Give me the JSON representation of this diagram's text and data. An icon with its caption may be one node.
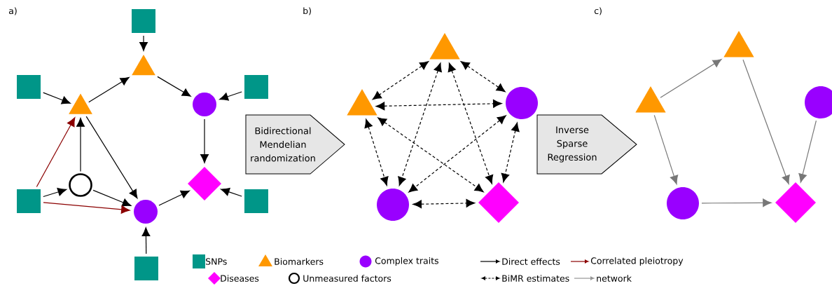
{
  "diagram": {
    "nodes": [
      {
        "text": [],
        "shape": "box"
      },
      {
        "text": [],
        "shape": "triangle"
      },
      {
        "text": [],
        "shape": "box"
      },
      {
        "text": [],
        "shape": "triangle"
      },
      {
        "text": [],
        "shape": "circle"
      },
      {
        "text": [],
        "shape": "box"
      },
      {
        "text": [],
        "shape": "circle"
      },
      {
        "text": [],
        "shape": "diamond"
      },
      {
        "text": [],
        "shape": "box"
      },
      {
        "text": [],
        "shape": "box"
      },
      {
        "text": [],
        "shape": "circle"
      },
      {
        "text": [],
        "shape": "box"
      },
      {
        "text": [
          "Bidirectional Mendelian randomization"
        ]
      },
      {
        "text": [],
        "shape": "triangle"
      },
      {
        "text": [],
        "shape": "triangle"
      },
      {
        "text": [],
        "shape": "circle"
      },
      {
        "text": [],
        "shape": "circle"
      },
      {
        "text": [],
        "shape": "diamond"
      },
      {
        "text": [
          "Inverse Sparse Regression"
        ]
      },
      {
        "text": [],
        "shape": "triangle"
      },
      {
        "text": [],
        "shape": "triangle"
      },
      {
        "text": [],
        "shape": "circle"
      },
      {
        "text": [],
        "shape": "circle"
      },
      {
        "text": [],
        "shape": "diamond"
      }
    ],
    "edges": [
      {
        "from": 0,
        "to": 1,
        "arrow": "to"
      },
      {
        "from": 2,
        "to": 3,
        "arrow": "to"
      },
      {
        "from": 3,
        "to": 1,
        "arrow": "to"
      },
      {
        "from": 1,
        "to": 4,
        "arrow": "to"
      },
      {
        "from": 5,
        "to": 4,
        "arrow": "to"
      },
      {
        "from": 4,
        "to": 7,
        "arrow": "to"
      },
      {
        "from": 3,
        "to": 10,
        "arrow": "to"
      },
      {
        "from": 6,
        "to": 3,
        "arrow": "to"
      },
      {
        "from": 8,
        "to": 6,
        "arrow": "to"
      },
      {
        "from": 6,
        "to": 10,
        "arrow": "to"
      },
      {
        "from": 11,
        "to": 10,
        "arrow": "to"
      },
      {
        "from": 10,
        "to": 7,
        "arrow": "to"
      },
      {
        "from": 9,
        "to": 7,
        "arrow": "to"
      },
      {
        "from": 8,
        "to": 3,
        "arrow": "to",
        "color": "#8b0000"
      },
      {
        "from": 8,
        "to": 10,
        "arrow": "to",
        "color": "#8b0000"
      },
      {
        "from": 13,
        "to": 14,
        "arrow": "both",
        "style": "dashed"
      },
      {
        "from": 13,
        "to": 15,
        "arrow": "both",
        "style": "dashed"
      },
      {
        "from": 13,
        "to": 16,
        "arrow": "both",
        "style": "dashed"
      },
      {
        "from": 13,
        "to": 17,
        "arrow": "both",
        "style": "dashed"
      },
      {
        "from": 14,
        "to": 15,
        "arrow": "both",
        "style": "dashed"
      },
      {
        "from": 14,
        "to": 16,
        "arrow": "both",
        "style": "dashed"
      },
      {
        "from": 14,
        "to": 17,
        "arrow": "both",
        "style": "dashed"
      },
      {
        "from": 15,
        "to": 16,
        "arrow": "both",
        "style": "dashed"
      },
      {
        "from": 15,
        "to": 17,
        "arrow": "both",
        "style": "dashed"
      },
      {
        "from": 16,
        "to": 17,
        "arrow": "both",
        "style": "dashed"
      },
      {
        "from": 20,
        "to": 19,
        "arrow": "to",
        "color": "#777777"
      },
      {
        "from": 20,
        "to": 22,
        "arrow": "to",
        "color": "#777777"
      },
      {
        "from": 19,
        "to": 23,
        "arrow": "to",
        "color": "#777777"
      },
      {
        "from": 21,
        "to": 23,
        "arrow": "to",
        "color": "#777777"
      },
      {
        "from": 22,
        "to": 23,
        "arrow": "to",
        "color": "#777777"
      }
    ],
    "labels": [
      "a)",
      "b)",
      "c)"
    ],
    "legend": [
      {
        "text": "SNPs",
        "color": "#009688"
      },
      {
        "text": "Biomarkers",
        "color": "#ff9800"
      },
      {
        "text": "Complex traits",
        "color": "#9900ff"
      },
      {
        "text": "Direct effects"
      },
      {
        "text": "Correlated pleiotropy"
      },
      {
        "text": "Diseases",
        "color": "#ff00ff"
      },
      {
        "text": "Unmeasured factors"
      },
      {
        "text": "BiMR estimates"
      },
      {
        "text": "network"
      }
    ]
  }
}
